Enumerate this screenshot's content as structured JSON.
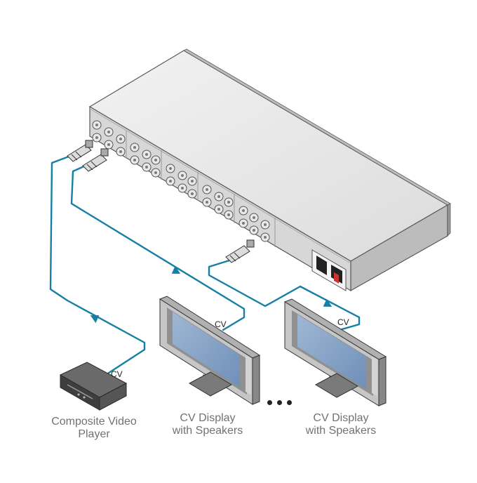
{
  "diagram": {
    "cable_label": "CV",
    "source": {
      "caption_line1": "Composite Video",
      "caption_line2": "Player"
    },
    "display_1": {
      "caption_line1": "CV Display",
      "caption_line2": "with Speakers"
    },
    "display_2": {
      "caption_line1": "CV Display",
      "caption_line2": "with Speakers"
    },
    "cable_color": "#1580a3",
    "screen_color": "#8aa6c8"
  }
}
